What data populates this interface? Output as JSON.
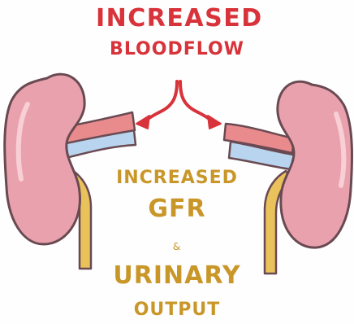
{
  "heading": {
    "line1": "INCREASED",
    "line2": "BLOODFLOW"
  },
  "result": {
    "line1": "INCREASED",
    "line2": "GFR",
    "ampersand": "&",
    "line3": "URINARY",
    "line4": "OUTPUT"
  },
  "colors": {
    "heading_red": "#d8333a",
    "result_gold": "#c99628",
    "kidney_fill": "#e9a2ad",
    "kidney_outline": "#6a4a52",
    "artery_red": "#e98b8d",
    "vein_blue": "#b8d4ee",
    "ureter_yellow": "#e9c25c"
  }
}
